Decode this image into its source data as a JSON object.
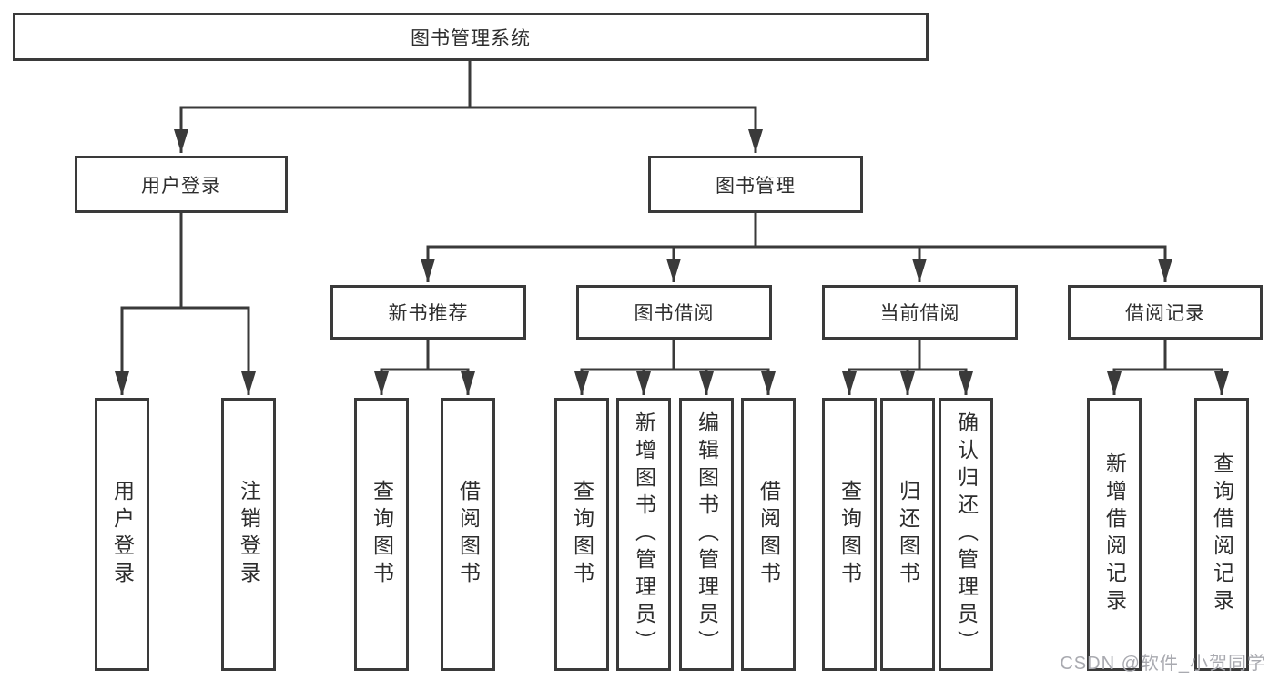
{
  "diagram": {
    "title": "图书管理系统",
    "nodes": {
      "root": {
        "label": "图书管理系统"
      },
      "user_login": {
        "label": "用户登录"
      },
      "book_mgmt": {
        "label": "图书管理"
      },
      "new_book_rec": {
        "label": "新书推荐"
      },
      "book_borrow": {
        "label": "图书借阅"
      },
      "current_borrow": {
        "label": "当前借阅"
      },
      "borrow_record": {
        "label": "借阅记录"
      }
    },
    "leaves": {
      "user_login": [
        {
          "label": "用户登录"
        },
        {
          "label": "注销登录"
        }
      ],
      "new_book_rec": [
        {
          "label": "查询图书"
        },
        {
          "label": "借阅图书"
        }
      ],
      "book_borrow": [
        {
          "label": "查询图书"
        },
        {
          "label": "新增图书（管理员）"
        },
        {
          "label": "编辑图书（管理员）"
        },
        {
          "label": "借阅图书"
        }
      ],
      "current_borrow": [
        {
          "label": "查询图书"
        },
        {
          "label": "归还图书"
        },
        {
          "label": "确认归还（管理员）"
        }
      ],
      "borrow_record": [
        {
          "label": "新增借阅记录"
        },
        {
          "label": "查询借阅记录"
        }
      ]
    },
    "colors": {
      "line": "#3a3a3a",
      "text": "#2d2d2d",
      "background": "#ffffff",
      "watermark": "#a9aab0"
    }
  },
  "watermark": {
    "text": "CSDN @软件_小贺同学"
  }
}
